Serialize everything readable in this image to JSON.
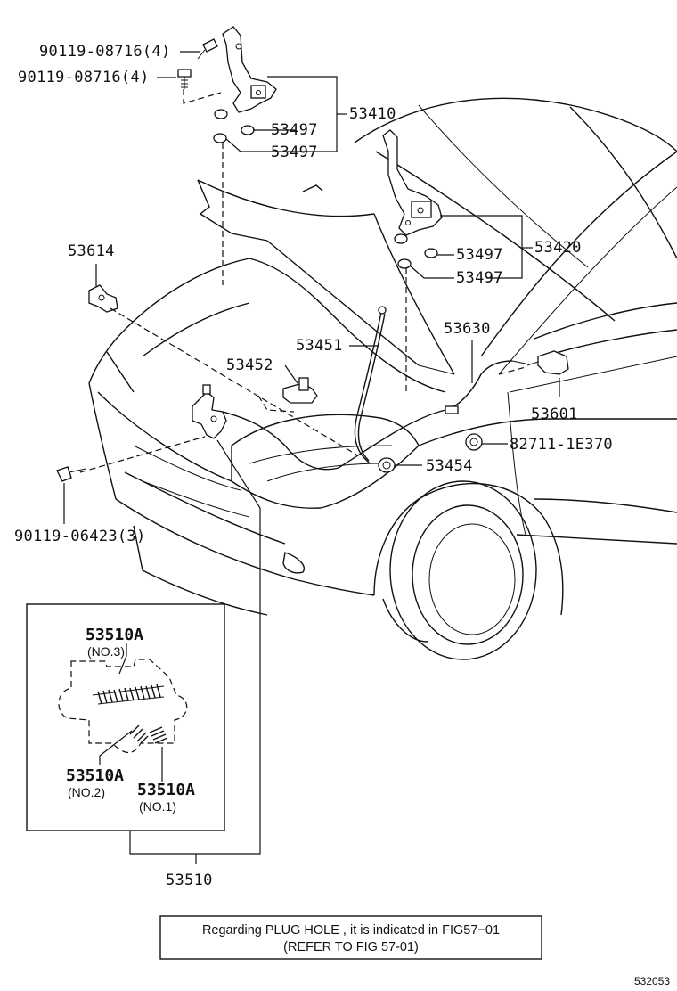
{
  "labels": {
    "bolt_a": "90119-08716(4)",
    "bolt_b": "90119-08716(4)",
    "hinge_left": "53410",
    "washer_l1": "53497",
    "washer_l2": "53497",
    "hinge_right": "53420",
    "washer_r1": "53497",
    "washer_r2": "53497",
    "clip": "53614",
    "catch": "53452",
    "support_rod": "53451",
    "cable": "53630",
    "lever": "53601",
    "grommet": "82711-1E370",
    "cushion": "53454",
    "screw": "90119-06423(3)",
    "lock_assy": "53510"
  },
  "inset": {
    "spring_no3": "53510A",
    "spring_no3_sub": "(NO.3)",
    "spring_no2": "53510A",
    "spring_no2_sub": "(NO.2)",
    "spring_no1": "53510A",
    "spring_no1_sub": "(NO.1)"
  },
  "note": {
    "line1": "Regarding  PLUG  HOLE  , it  is  indicated  in  FIG57−01",
    "line2": "(REFER TO FIG  57-01)"
  },
  "figure_number": "532053"
}
